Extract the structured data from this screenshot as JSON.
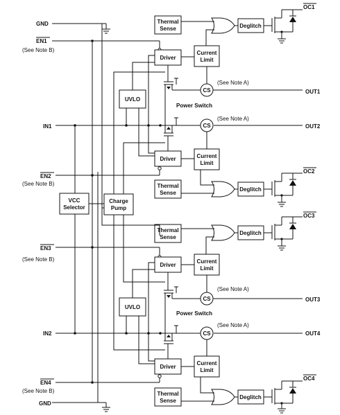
{
  "pins": {
    "gnd_top": "GND",
    "en1": "EN1",
    "en1_note": "(See Note B)",
    "in1": "IN1",
    "en2": "EN2",
    "en2_note": "(See Note B)",
    "en3": "EN3",
    "en3_note": "(See Note B)",
    "in2": "IN2",
    "en4": "EN4",
    "en4_note": "(See Note B)",
    "gnd_bottom": "GND"
  },
  "outputs": {
    "oc1": "OC1",
    "out1": "OUT1",
    "out2": "OUT2",
    "oc2": "OC2",
    "oc3": "OC3",
    "out3": "OUT3",
    "out4": "OUT4",
    "oc4": "OC4"
  },
  "blocks": {
    "thermal_sense": [
      "Thermal",
      "Sense"
    ],
    "deglitch": "Deglitch",
    "driver": "Driver",
    "current_limit": [
      "Current",
      "Limit"
    ],
    "uvlo": "UVLO",
    "cs": "CS",
    "vcc_selector": [
      "VCC",
      "Selector"
    ],
    "charge_pump": [
      "Charge",
      "Pump"
    ]
  },
  "annotations": {
    "note_a": "(See Note A)",
    "power_switch": "Power Switch"
  }
}
